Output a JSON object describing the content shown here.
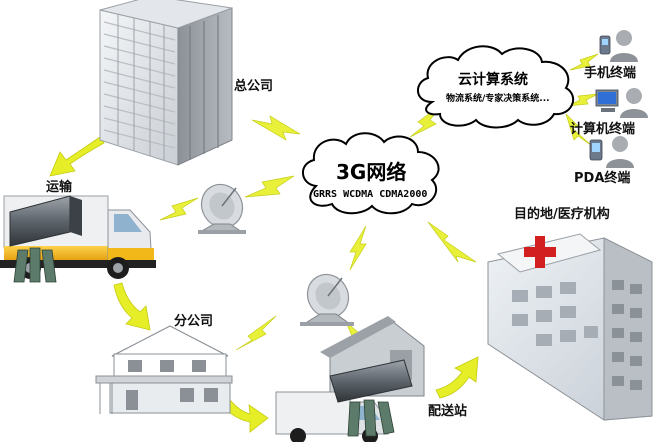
{
  "labels": {
    "head_office": "总公司",
    "transport": "运输",
    "branch_office": "分公司",
    "delivery_station": "配送站",
    "destination": "目的地/医疗机构",
    "network_title": "3G网络",
    "network_protocols": "GRRS WCDMA CDMA2000",
    "cloud_title": "云计算系统",
    "cloud_subtitle": "物流系统/专家决策系统...",
    "mobile_terminal": "手机终端",
    "computer_terminal": "计算机终端",
    "pda_terminal": "PDA终端"
  },
  "colors": {
    "lightning": "#e8f03a",
    "arrow": "#e6ee28",
    "cross": "#d21f1f",
    "truck_cargo": "#f2b81a"
  }
}
